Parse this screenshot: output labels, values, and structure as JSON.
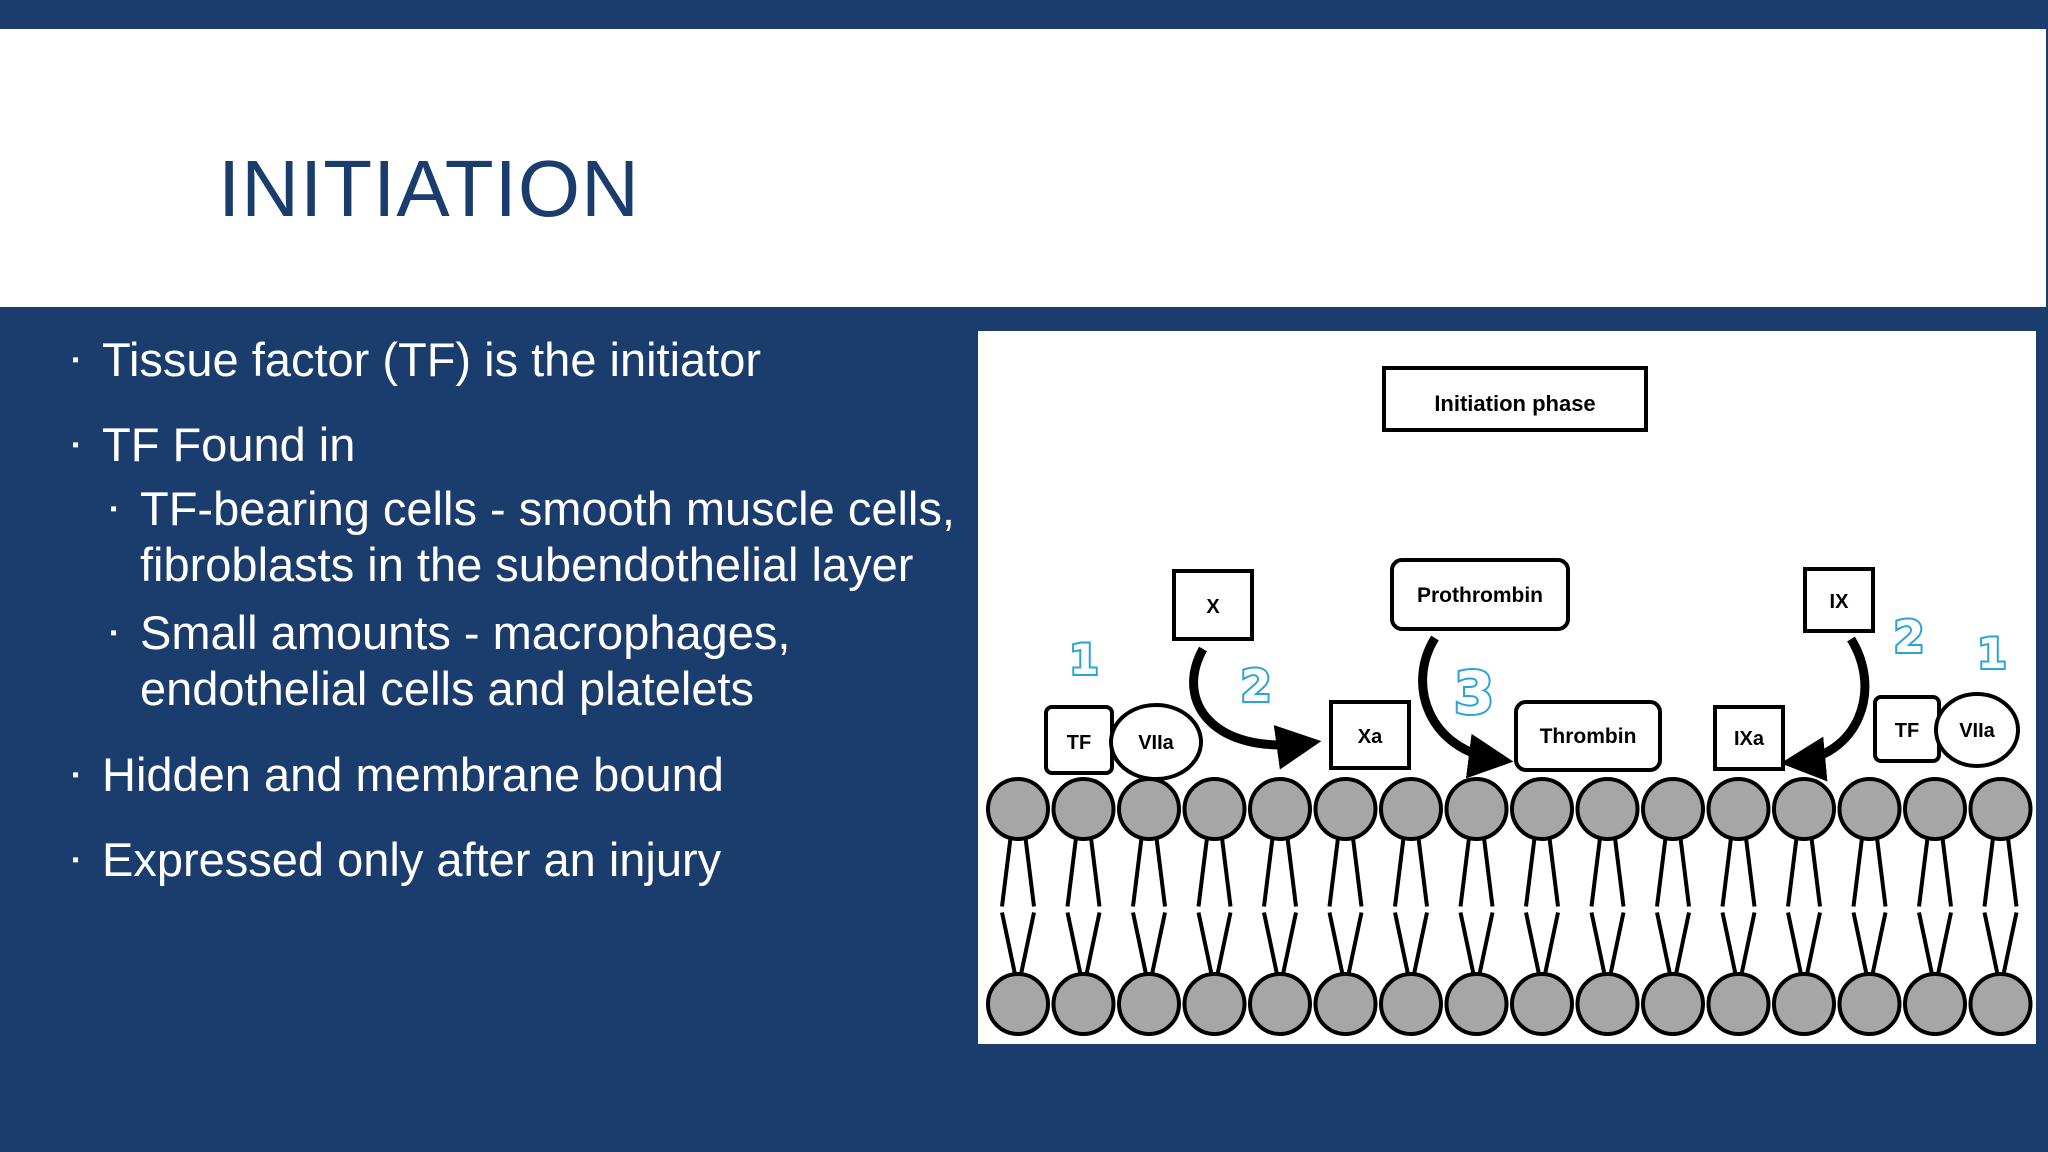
{
  "slide": {
    "title": "INITIATION",
    "bullets": [
      {
        "text": "Tissue factor (TF) is the initiator"
      },
      {
        "text": "TF Found in"
      },
      {
        "text": "TF-bearing cells - smooth muscle cells,"
      },
      {
        "text": "fibroblasts in the subendothelial layer"
      },
      {
        "text": "Small amounts - macrophages,"
      },
      {
        "text": "endothelial cells and platelets"
      },
      {
        "text": "Hidden and membrane bound"
      },
      {
        "text": "Expressed only after an injury"
      }
    ],
    "bullet_marker": "▪"
  },
  "diagram": {
    "phase_label": "Initiation phase",
    "labels": {
      "tf_left": "TF",
      "viia_left": "VIIa",
      "x": "X",
      "xa": "Xa",
      "prothrombin": "Prothrombin",
      "thrombin": "Thrombin",
      "ixa": "IXa",
      "ix": "IX",
      "tf_right": "TF",
      "viia_right": "VIIa"
    },
    "step_numbers": {
      "left_one": "1",
      "left_two": "2",
      "three": "3",
      "right_two": "2",
      "right_one": "1"
    },
    "colors": {
      "step_number": "#2aa4d8",
      "lipid_head": "#a6a6a6",
      "slide_background": "#1b3d6e"
    }
  }
}
